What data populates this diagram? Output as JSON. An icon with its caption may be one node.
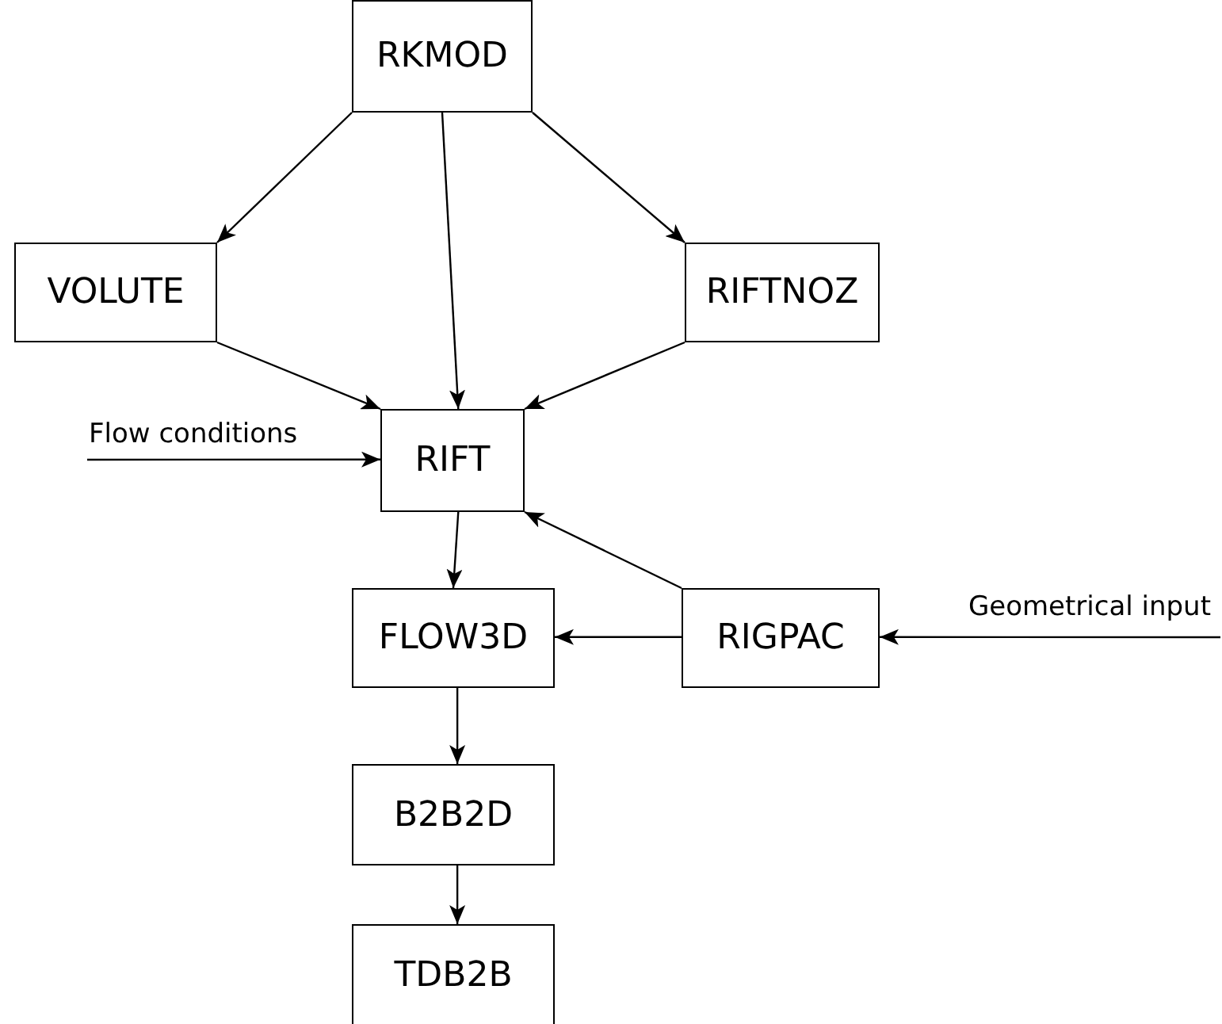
{
  "diagram": {
    "nodes": [
      {
        "text": [
          "RKMOD"
        ]
      },
      {
        "text": [
          "VOLUTE"
        ]
      },
      {
        "text": [
          "RIFTNOZ"
        ]
      },
      {
        "text": [
          "RIFT"
        ]
      },
      {
        "text": [
          "FLOW3D"
        ]
      },
      {
        "text": [
          "RIGPAC"
        ]
      },
      {
        "text": [
          "B2B2D"
        ]
      },
      {
        "text": [
          "TDB2B"
        ]
      }
    ],
    "edges": [
      {
        "from": 0,
        "to": 1,
        "arrow": "to"
      },
      {
        "from": 0,
        "to": 3,
        "arrow": "to"
      },
      {
        "from": 0,
        "to": 2,
        "arrow": "to"
      },
      {
        "from": 1,
        "to": 3,
        "arrow": "to"
      },
      {
        "from": 2,
        "to": 3,
        "arrow": "to"
      },
      {
        "from": null,
        "to": 3,
        "arrow": "to",
        "label": "Flow conditions"
      },
      {
        "from": 3,
        "to": 4,
        "arrow": "to"
      },
      {
        "from": 5,
        "to": 3,
        "arrow": "to"
      },
      {
        "from": 5,
        "to": 4,
        "arrow": "to"
      },
      {
        "from": null,
        "to": 5,
        "arrow": "to",
        "label": "Geometrical input"
      },
      {
        "from": 4,
        "to": 6,
        "arrow": "to"
      },
      {
        "from": 6,
        "to": 7,
        "arrow": "to"
      }
    ]
  }
}
